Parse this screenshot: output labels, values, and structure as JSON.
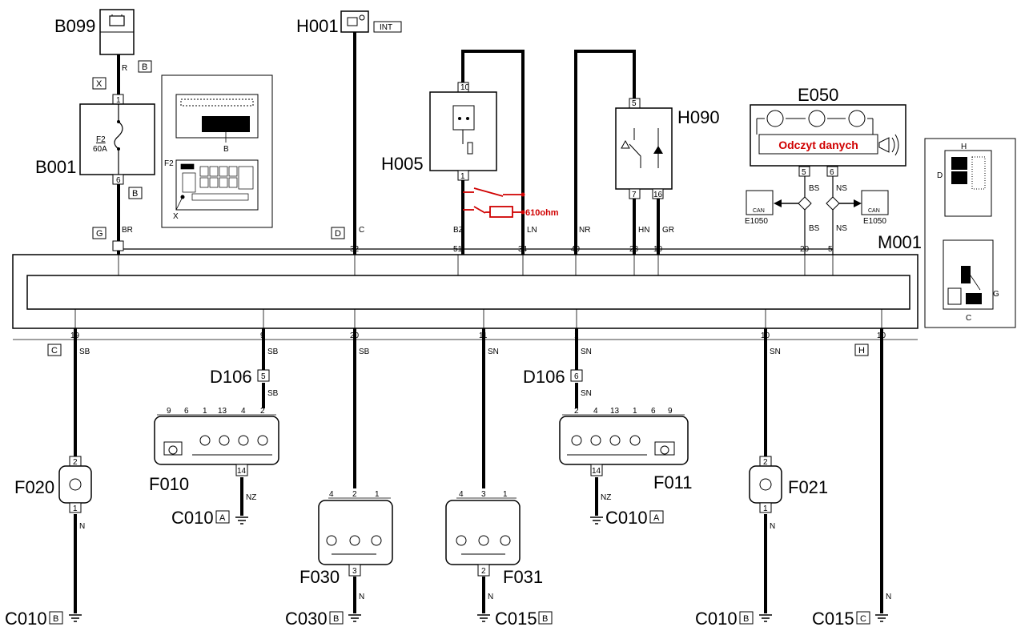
{
  "components": {
    "b099": "B099",
    "h001": "H001",
    "h001_tag": "INT",
    "b001": "B001",
    "fuse_name": "F2",
    "fuse_rating": "60A",
    "h005": "H005",
    "h090": "H090",
    "e050": "E050",
    "e050_banner": "Odczyt danych",
    "m001": "M001",
    "e1050_left": "E1050",
    "e1050_right": "E1050",
    "can": "CAN",
    "d106_left": "D106",
    "d106_right": "D106",
    "f010": "F010",
    "f011": "F011",
    "f020": "F020",
    "f021": "F021",
    "f030": "F030",
    "f031": "F031",
    "c010": "C010",
    "c030": "C030",
    "c015": "C015",
    "resistor_value": "610ohm"
  },
  "box_letters": {
    "b": "B",
    "x": "X",
    "g": "G",
    "d": "D",
    "c": "C",
    "h": "H",
    "a": "A"
  },
  "wire_colors": {
    "r": "R",
    "br": "BR",
    "c": "C",
    "bz": "BZ",
    "ln": "LN",
    "nr": "NR",
    "hn": "HN",
    "gr": "GR",
    "bs": "BS",
    "ns": "NS",
    "sb": "SB",
    "sn": "SN",
    "n": "N",
    "nz": "NZ"
  },
  "pins": {
    "b001_in": "1",
    "b001_out": "6",
    "m001_top": [
      "32",
      "51",
      "34",
      "49",
      "23",
      "10",
      "20",
      "5"
    ],
    "m001_bottom": [
      "19",
      "9",
      "20",
      "11",
      "1",
      "10",
      "10"
    ],
    "h005_top": "10",
    "h005_bottom": "1",
    "h090_top": "5",
    "h090_bottom_a": "7",
    "h090_bottom_b": "16",
    "e050_a": "5",
    "e050_b": "6",
    "d106_left": "5",
    "d106_right": "6",
    "f010_top": [
      "9",
      "6",
      "1",
      "13",
      "4",
      "2"
    ],
    "f010_bottom": "14",
    "f011_top": [
      "2",
      "4",
      "13",
      "1",
      "6",
      "9"
    ],
    "f011_bottom": "14",
    "f020_top": "2",
    "f020_bottom": "1",
    "f021_top": "2",
    "f021_bottom": "1",
    "f030_top": [
      "4",
      "2",
      "1"
    ],
    "f030_bottom": "3",
    "f031_top": [
      "4",
      "3",
      "1"
    ],
    "f031_bottom": "2"
  },
  "inset": {
    "label_b": "B",
    "label_f2": "F2",
    "label_x": "X",
    "label_h": "H",
    "label_d": "D",
    "label_g": "G",
    "label_c": "C"
  },
  "colors": {
    "line": "#000000",
    "accent": "#d00000"
  }
}
